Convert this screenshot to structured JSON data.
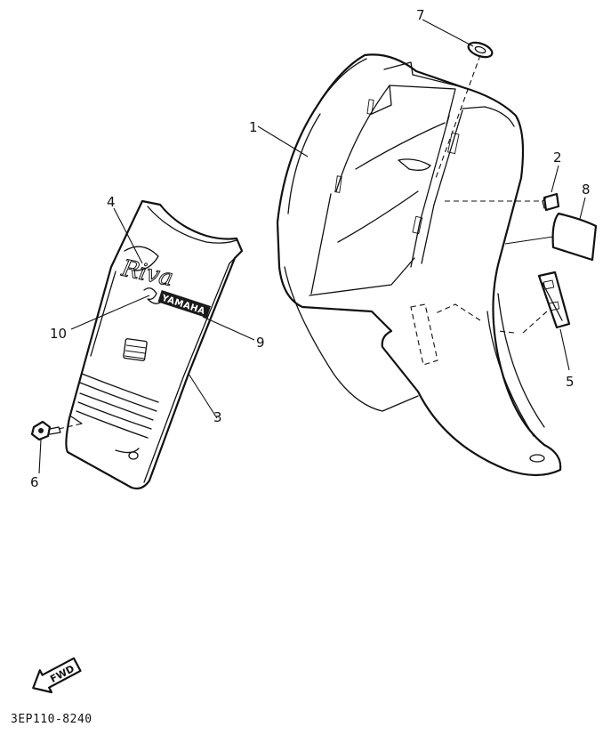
{
  "diagram": {
    "callouts": [
      {
        "key": "c1",
        "label": "1"
      },
      {
        "key": "c2",
        "label": "2"
      },
      {
        "key": "c3",
        "label": "3"
      },
      {
        "key": "c4",
        "label": "4"
      },
      {
        "key": "c5",
        "label": "5"
      },
      {
        "key": "c6",
        "label": "6"
      },
      {
        "key": "c7",
        "label": "7"
      },
      {
        "key": "c8",
        "label": "8"
      },
      {
        "key": "c9",
        "label": "9"
      },
      {
        "key": "c10",
        "label": "10"
      }
    ],
    "decal_script": "Riva",
    "decal_brand": "YAMAHA",
    "fwd_label": "FWD",
    "drawing_code": "3EP110-8240"
  }
}
